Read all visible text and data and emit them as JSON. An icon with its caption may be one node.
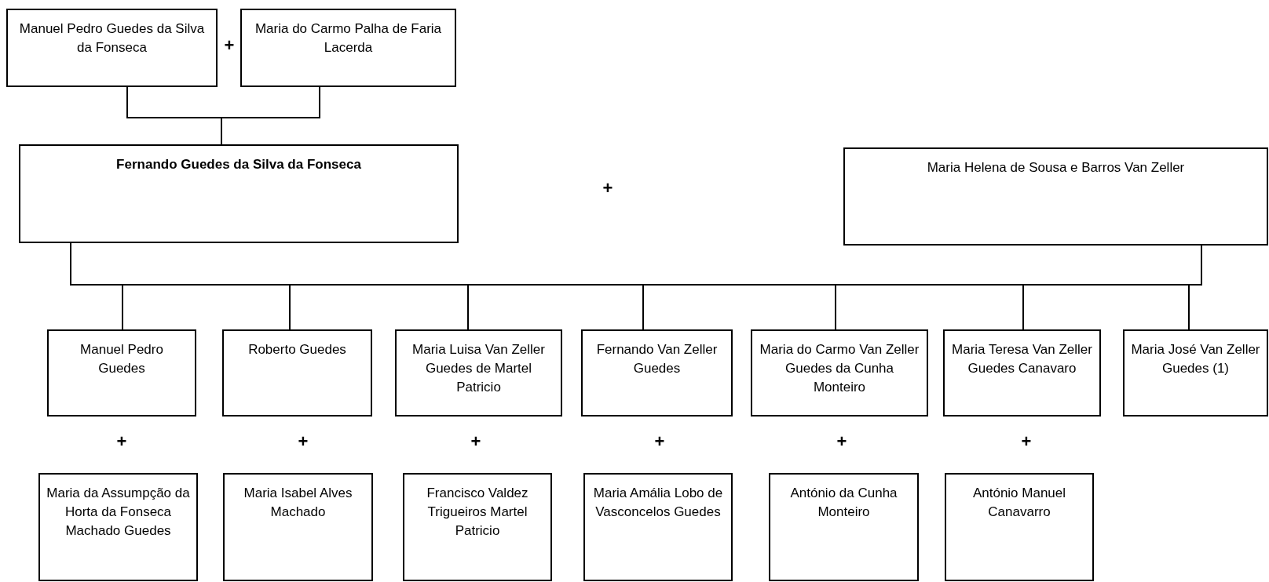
{
  "diagram": {
    "nodes": [
      {
        "text": [
          "Manuel Pedro Guedes da Silva da Fonseca"
        ]
      },
      {
        "text": [
          "Maria do Carmo Palha de Faria Lacerda"
        ]
      },
      {
        "text": [
          "Fernando Guedes da Silva da Fonseca"
        ]
      },
      {
        "text": [
          "Maria Helena de Sousa e Barros Van Zeller"
        ]
      },
      {
        "text": [
          "Manuel Pedro Guedes"
        ]
      },
      {
        "text": [
          "Roberto Guedes"
        ]
      },
      {
        "text": [
          "Maria Luisa Van Zeller Guedes de Martel Patricio"
        ]
      },
      {
        "text": [
          "Fernando Van Zeller Guedes"
        ]
      },
      {
        "text": [
          "Maria do Carmo Van Zeller Guedes da Cunha Monteiro"
        ]
      },
      {
        "text": [
          "Maria Teresa Van Zeller Guedes Canavaro"
        ]
      },
      {
        "text": [
          "Maria José Van Zeller Guedes (1)"
        ]
      },
      {
        "text": [
          "Maria da Assumpção da Horta da Fonseca Machado Guedes"
        ]
      },
      {
        "text": [
          "Maria Isabel Alves Machado"
        ]
      },
      {
        "text": [
          "Francisco Valdez Trigueiros Martel Patricio"
        ]
      },
      {
        "text": [
          "Maria Amália Lobo de Vasconcelos Guedes"
        ]
      },
      {
        "text": [
          "António da Cunha Monteiro"
        ]
      },
      {
        "text": [
          "António Manuel Canavarro"
        ]
      }
    ],
    "edges": [
      {
        "from": 0,
        "to": 2,
        "arrow": "none"
      },
      {
        "from": 1,
        "to": 2,
        "arrow": "none"
      },
      {
        "from": 2,
        "to": 4,
        "arrow": "none"
      },
      {
        "from": 2,
        "to": 5,
        "arrow": "none"
      },
      {
        "from": 2,
        "to": 6,
        "arrow": "none"
      },
      {
        "from": 2,
        "to": 7,
        "arrow": "none"
      },
      {
        "from": 2,
        "to": 8,
        "arrow": "none"
      },
      {
        "from": 2,
        "to": 9,
        "arrow": "none"
      },
      {
        "from": 2,
        "to": 10,
        "arrow": "none"
      },
      {
        "from": 3,
        "to": 4,
        "arrow": "none"
      },
      {
        "from": 3,
        "to": 5,
        "arrow": "none"
      },
      {
        "from": 3,
        "to": 6,
        "arrow": "none"
      },
      {
        "from": 3,
        "to": 7,
        "arrow": "none"
      },
      {
        "from": 3,
        "to": 8,
        "arrow": "none"
      },
      {
        "from": 3,
        "to": 9,
        "arrow": "none"
      },
      {
        "from": 3,
        "to": 10,
        "arrow": "none"
      }
    ],
    "labels": [
      "+",
      "+",
      "+",
      "+",
      "+",
      "+",
      "+",
      "+"
    ]
  }
}
